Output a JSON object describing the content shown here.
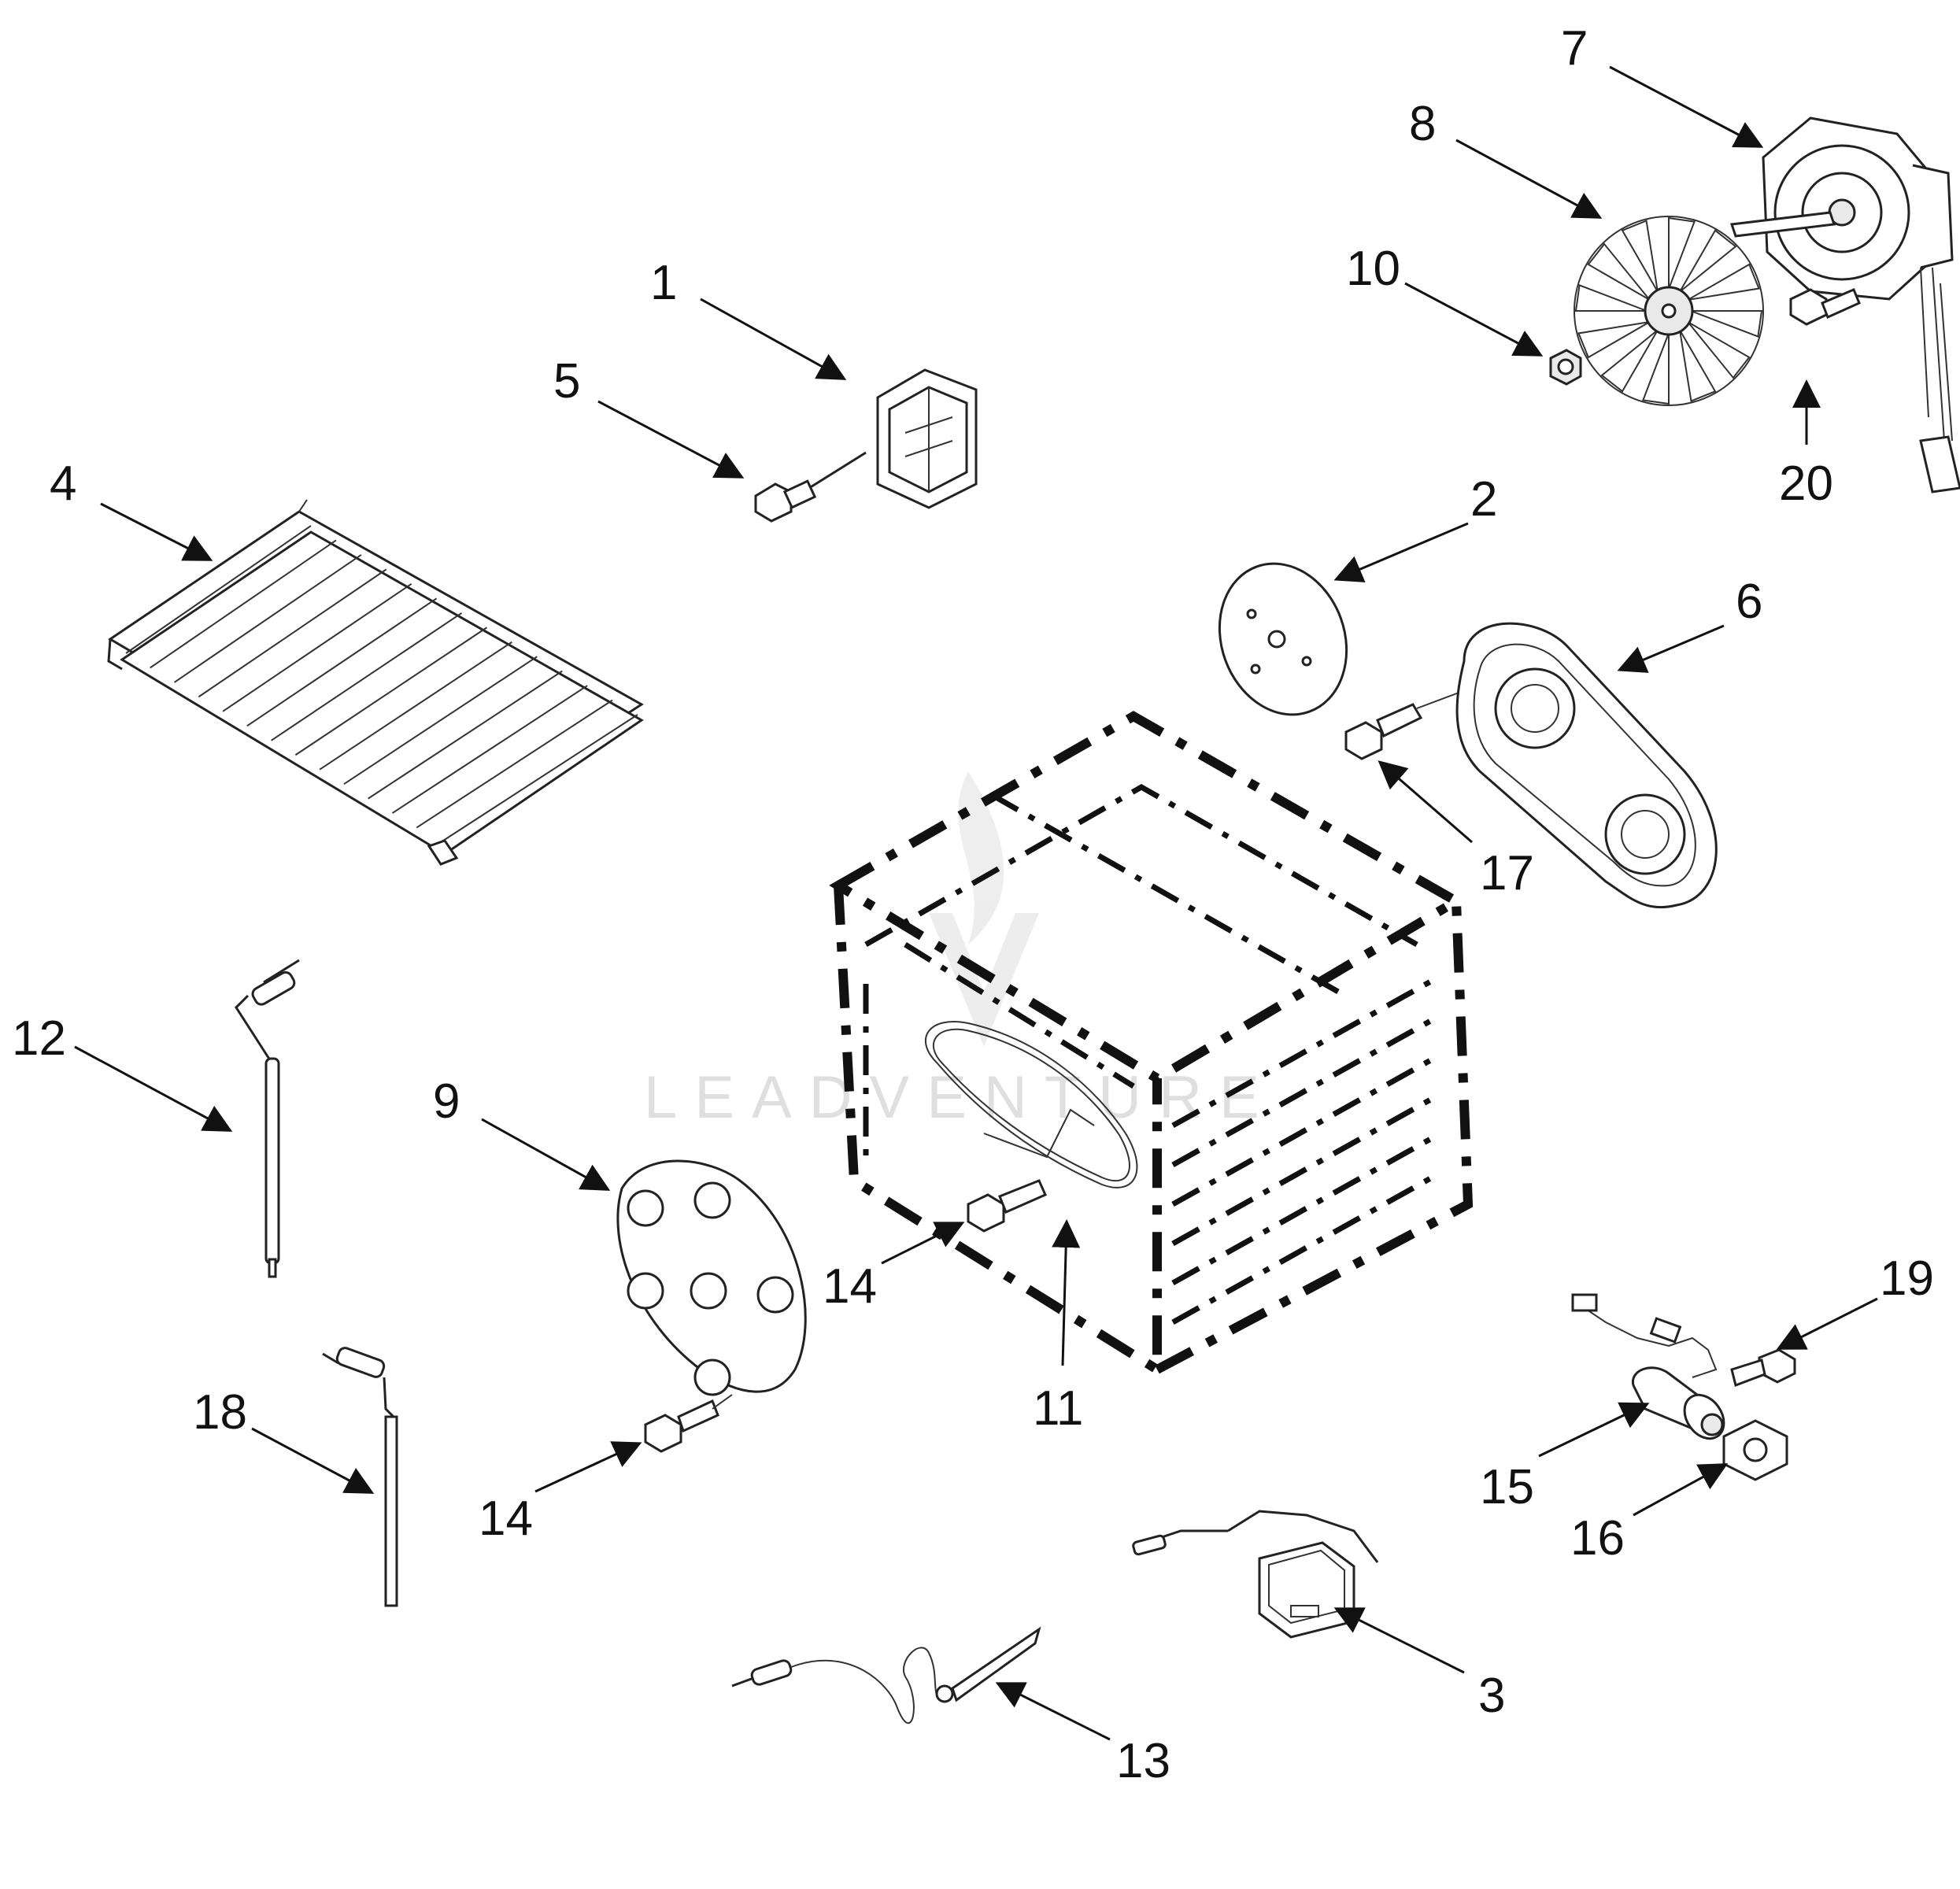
{
  "watermark": "LEADVENTURE",
  "callouts": [
    {
      "id": "1",
      "label": "1"
    },
    {
      "id": "2",
      "label": "2"
    },
    {
      "id": "3",
      "label": "3"
    },
    {
      "id": "4",
      "label": "4"
    },
    {
      "id": "5",
      "label": "5"
    },
    {
      "id": "6",
      "label": "6"
    },
    {
      "id": "7",
      "label": "7"
    },
    {
      "id": "8",
      "label": "8"
    },
    {
      "id": "9",
      "label": "9"
    },
    {
      "id": "10",
      "label": "10"
    },
    {
      "id": "11",
      "label": "11"
    },
    {
      "id": "12",
      "label": "12"
    },
    {
      "id": "13",
      "label": "13"
    },
    {
      "id": "14a",
      "label": "14"
    },
    {
      "id": "14b",
      "label": "14"
    },
    {
      "id": "15",
      "label": "15"
    },
    {
      "id": "16",
      "label": "16"
    },
    {
      "id": "17",
      "label": "17"
    },
    {
      "id": "18",
      "label": "18"
    },
    {
      "id": "19",
      "label": "19"
    },
    {
      "id": "20",
      "label": "20"
    }
  ]
}
